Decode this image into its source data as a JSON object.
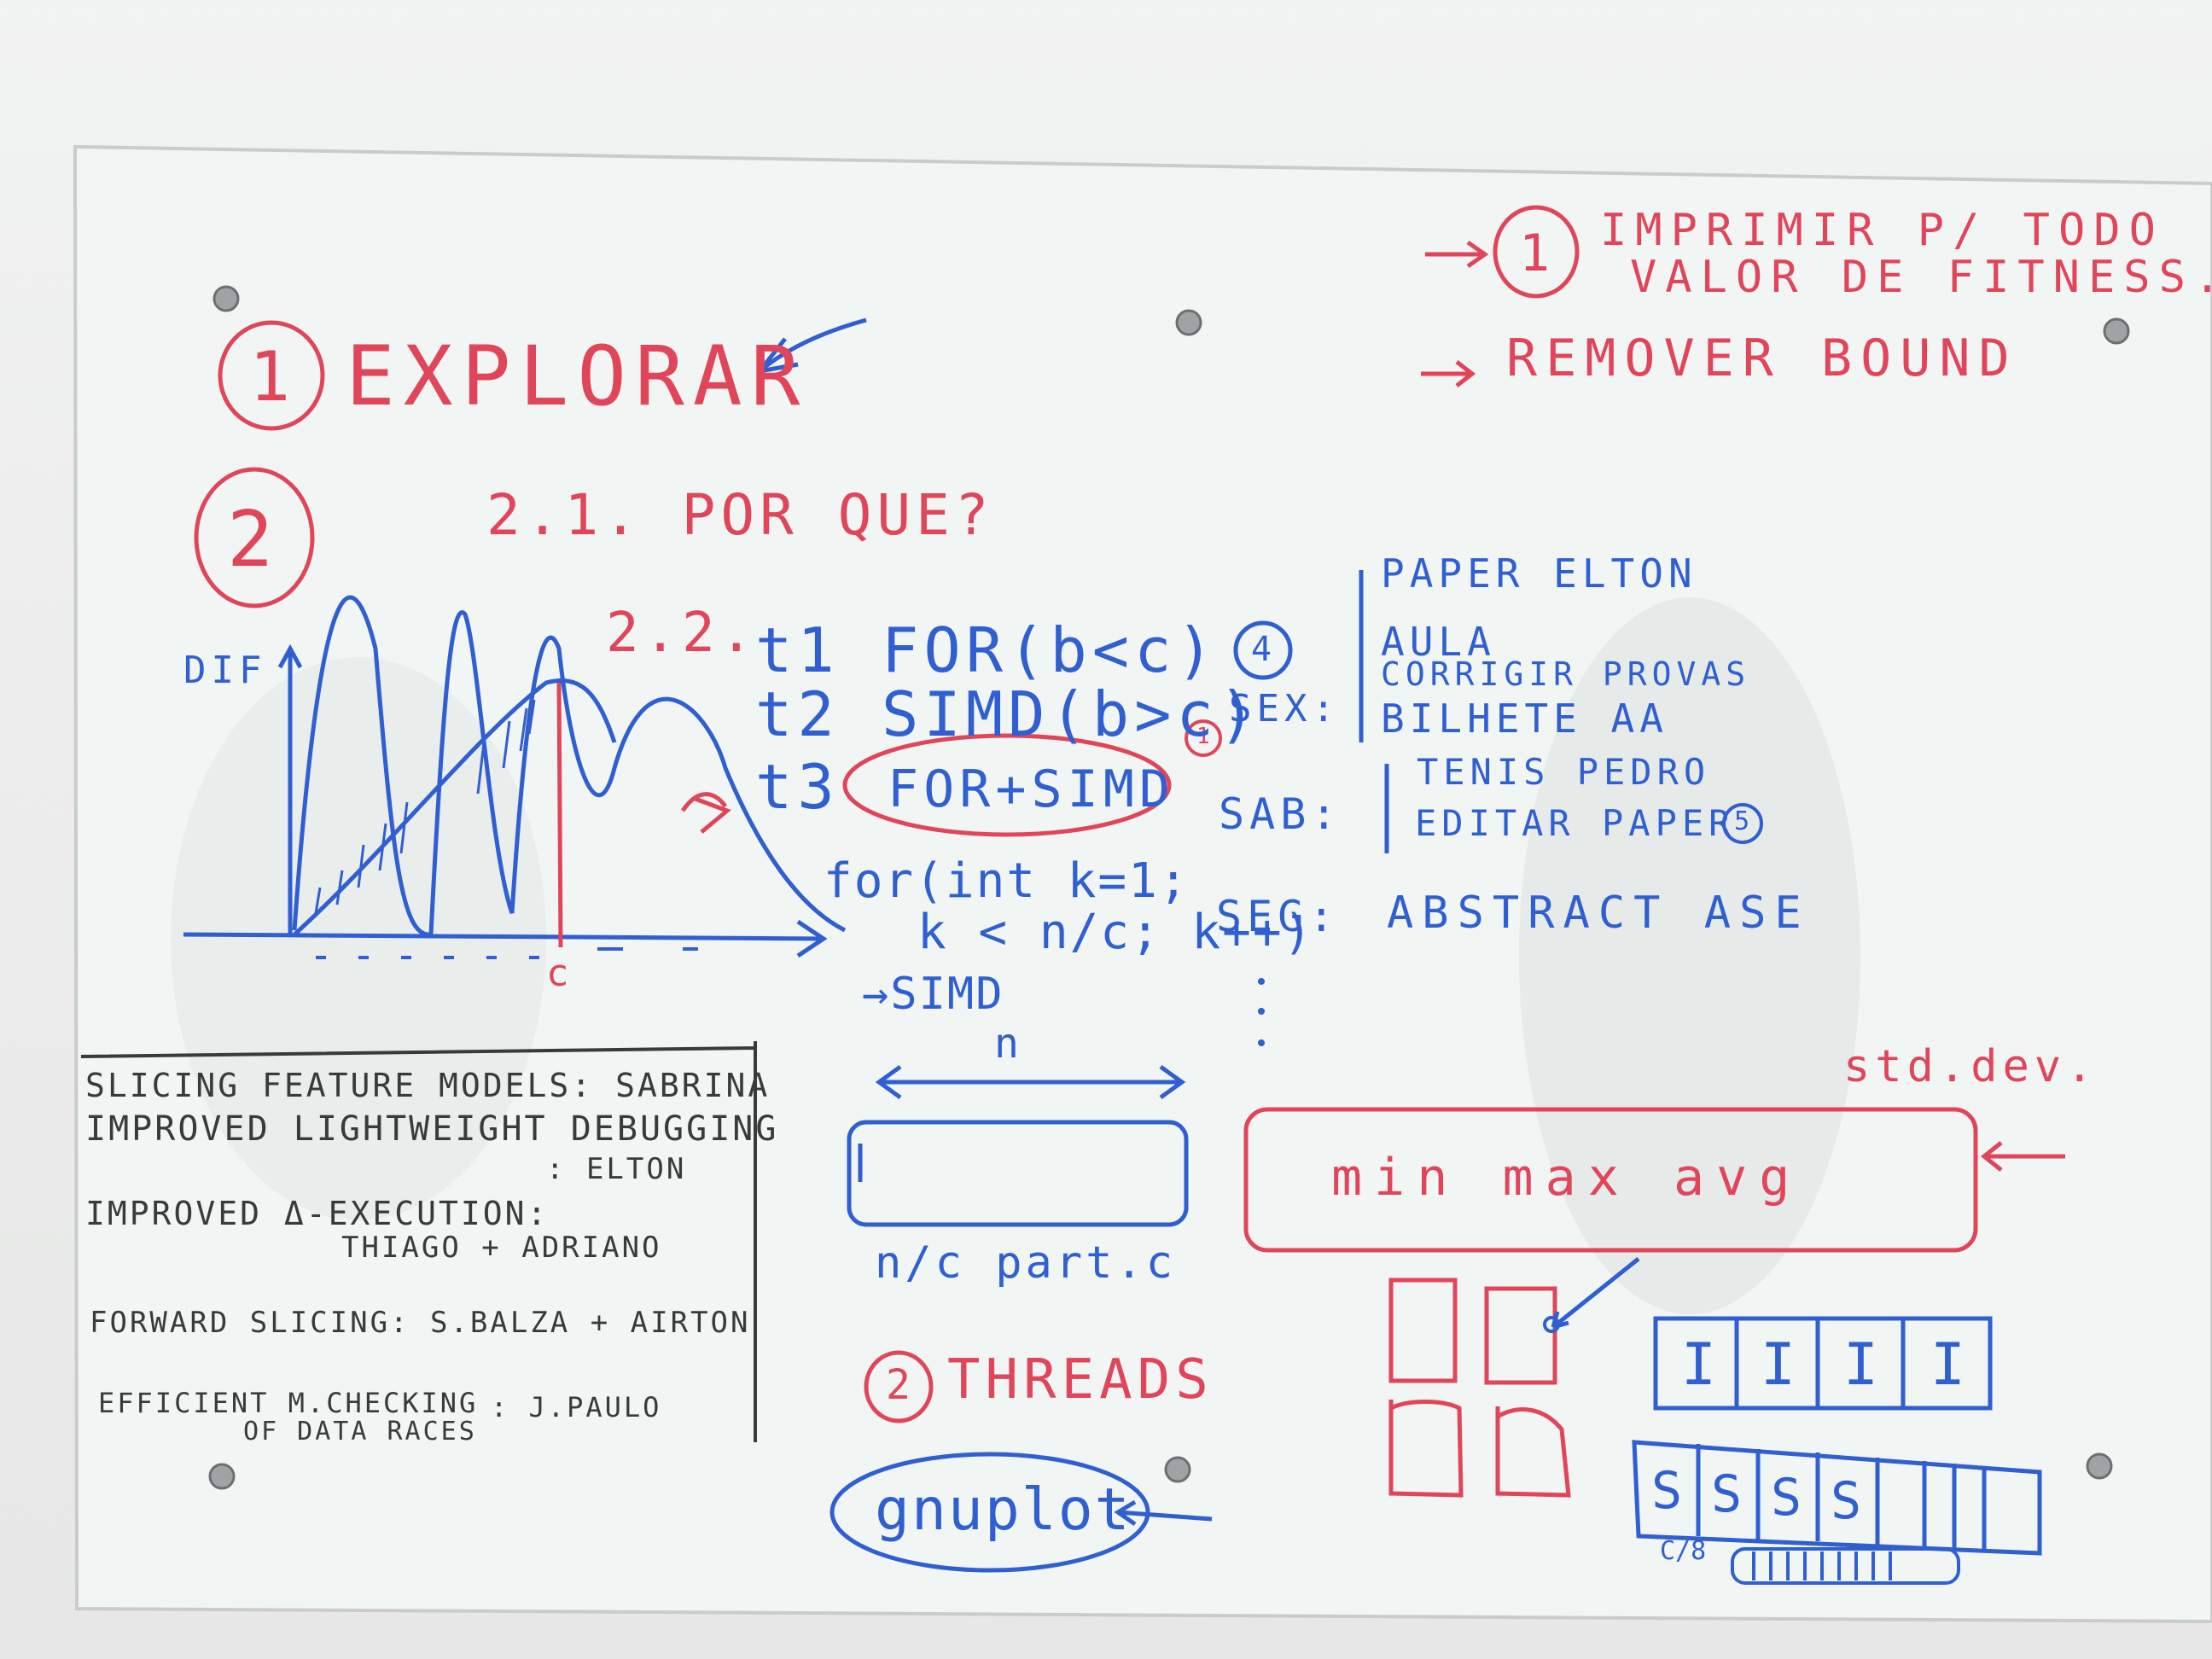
{
  "colors": {
    "red_marker": "#e0455a",
    "blue_marker": "#2f5fd0",
    "black_marker": "#3a3a3a",
    "board": "#f1f5f3"
  },
  "red": {
    "item1_num": "1",
    "item1_text": "EXPLORAR",
    "item2_num": "2",
    "item2_1": "2.1. POR QUE?",
    "item2_2": "2.2.",
    "right1_num": "1",
    "right1_line1": "IMPRIMIR P/ TODO",
    "right1_line2": "VALOR DE FITNESS.",
    "right2": "REMOVER BOUND",
    "graph_c": "c",
    "t3_badge": "1",
    "threads_num": "2",
    "threads": "THREADS",
    "std_dev": "std.dev.",
    "min_max_avg": "min max avg"
  },
  "blue": {
    "axis_y": "DIF",
    "t1": "t1  FOR(b<c)",
    "t2": "t2  SIMD(b>c)",
    "t3": "t3",
    "t3_box": "FOR+SIMD",
    "loop1": "for(int k=1;",
    "loop2": "k < n/c; k++)",
    "arrow_simd": "→SIMD",
    "n_label": "n",
    "part_label": "n/c part.c",
    "gnuplot": "gnuplot",
    "badge4": "4",
    "sex": "SEX:",
    "sab": "SAB:",
    "seg": "SEG:",
    "sex_items": [
      "PAPER ELTON",
      "AULA",
      "CORRIGIR PROVAS",
      "BILHETE AA"
    ],
    "sab_items": [
      "TENIS PEDRO",
      "EDITAR PAPER"
    ],
    "sab_badge": "5",
    "seg_items": [
      "ABSTRACT ASE"
    ],
    "cells_i": [
      "I",
      "I",
      "I",
      "I"
    ],
    "cells_s": [
      "S",
      "S",
      "S",
      "S"
    ],
    "bottom_small": "C/8"
  },
  "black": {
    "line1": "SLICING FEATURE MODELS: SABRINA",
    "line2": "IMPROVED LIGHTWEIGHT DEBUGGING",
    "line2b": ": ELTON",
    "line3": "IMPROVED Δ-EXECUTION:",
    "line3b": "THIAGO + ADRIANO",
    "line4": "FORWARD SLICING: S.BALZA + AIRTON",
    "line5": "EFFICIENT M.CHECKING",
    "line5b": ": J.PAULO",
    "line5c": "OF DATA RACES"
  }
}
